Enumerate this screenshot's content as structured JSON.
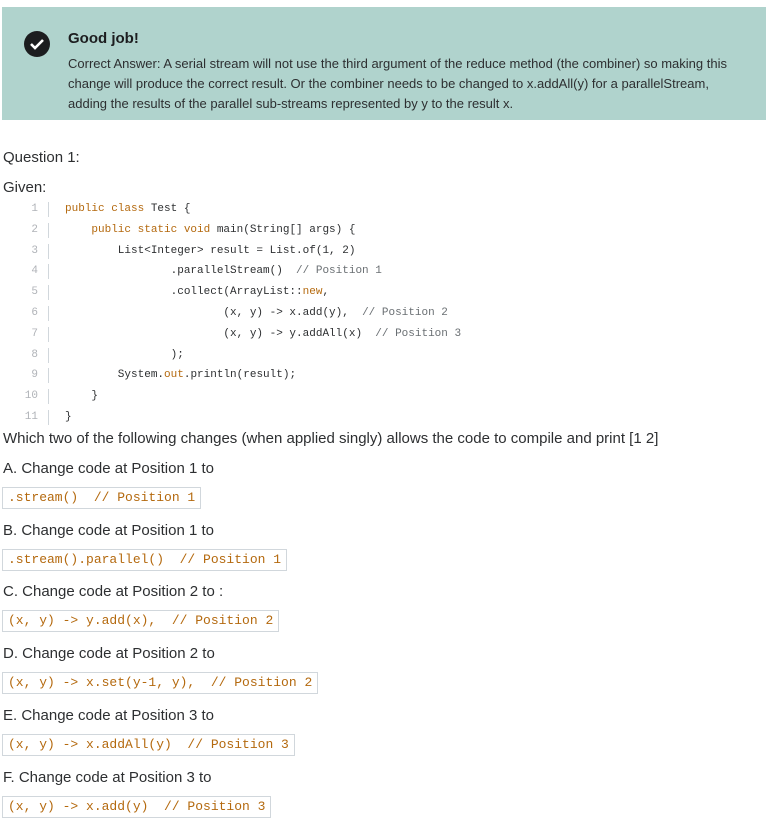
{
  "banner": {
    "title": "Good job!",
    "text": "Correct Answer: A serial stream will not use the third argument of the reduce method (the combiner) so making this change will produce the correct result. Or the combiner needs to be changed to x.addAll(y) for a parallelStream, adding the results of the parallel sub-streams represented by y to the result x.",
    "icon": "check-circle-icon"
  },
  "question": {
    "heading": "Question 1:",
    "given": "Given:",
    "code": [
      {
        "n": "1",
        "t": [
          [
            "public class ",
            "kw"
          ],
          [
            "Test {",
            ""
          ]
        ]
      },
      {
        "n": "2",
        "t": [
          [
            "    ",
            ""
          ],
          [
            "public static void ",
            "kw"
          ],
          [
            "main(String[] args) {",
            ""
          ]
        ]
      },
      {
        "n": "3",
        "t": [
          [
            "        List<Integer> result = List.of(1, 2)",
            ""
          ]
        ]
      },
      {
        "n": "4",
        "t": [
          [
            "                .parallelStream()  ",
            ""
          ],
          [
            "// Position 1",
            "cm"
          ]
        ]
      },
      {
        "n": "5",
        "t": [
          [
            "                .collect(ArrayList::",
            ""
          ],
          [
            "new",
            "kw"
          ],
          [
            ",",
            ""
          ]
        ]
      },
      {
        "n": "6",
        "t": [
          [
            "                        (x, y) -> x.add(y),  ",
            ""
          ],
          [
            "// Position 2",
            "cm"
          ]
        ]
      },
      {
        "n": "7",
        "t": [
          [
            "                        (x, y) -> y.addAll(x)  ",
            ""
          ],
          [
            "// Position 3",
            "cm"
          ]
        ]
      },
      {
        "n": "8",
        "t": [
          [
            "                );",
            ""
          ]
        ]
      },
      {
        "n": "9",
        "t": [
          [
            "        System.",
            ""
          ],
          [
            "out",
            "kw"
          ],
          [
            ".println(result);",
            ""
          ]
        ]
      },
      {
        "n": "10",
        "t": [
          [
            "    }",
            ""
          ]
        ]
      },
      {
        "n": "11",
        "t": [
          [
            "}",
            ""
          ]
        ]
      }
    ],
    "prompt": "Which two of the following changes (when applied singly) allows the code to compile and print [1 2]",
    "options": [
      {
        "label": "A. Change code at Position 1 to",
        "code": ".stream()  // Position 1"
      },
      {
        "label": "B. Change code at Position 1 to",
        "code": ".stream().parallel()  // Position 1"
      },
      {
        "label": "C. Change code at Position 2 to :",
        "code": "(x, y) -> y.add(x),  // Position 2"
      },
      {
        "label": "D. Change code at Position 2 to",
        "code": "(x, y) -> x.set(y-1, y),  // Position 2"
      },
      {
        "label": "E. Change code at Position 3 to",
        "code": "(x, y) -> x.addAll(y)  // Position 3"
      },
      {
        "label": "F. Change code at Position 3 to",
        "code": "(x, y) -> x.add(y)  // Position 3"
      }
    ]
  }
}
